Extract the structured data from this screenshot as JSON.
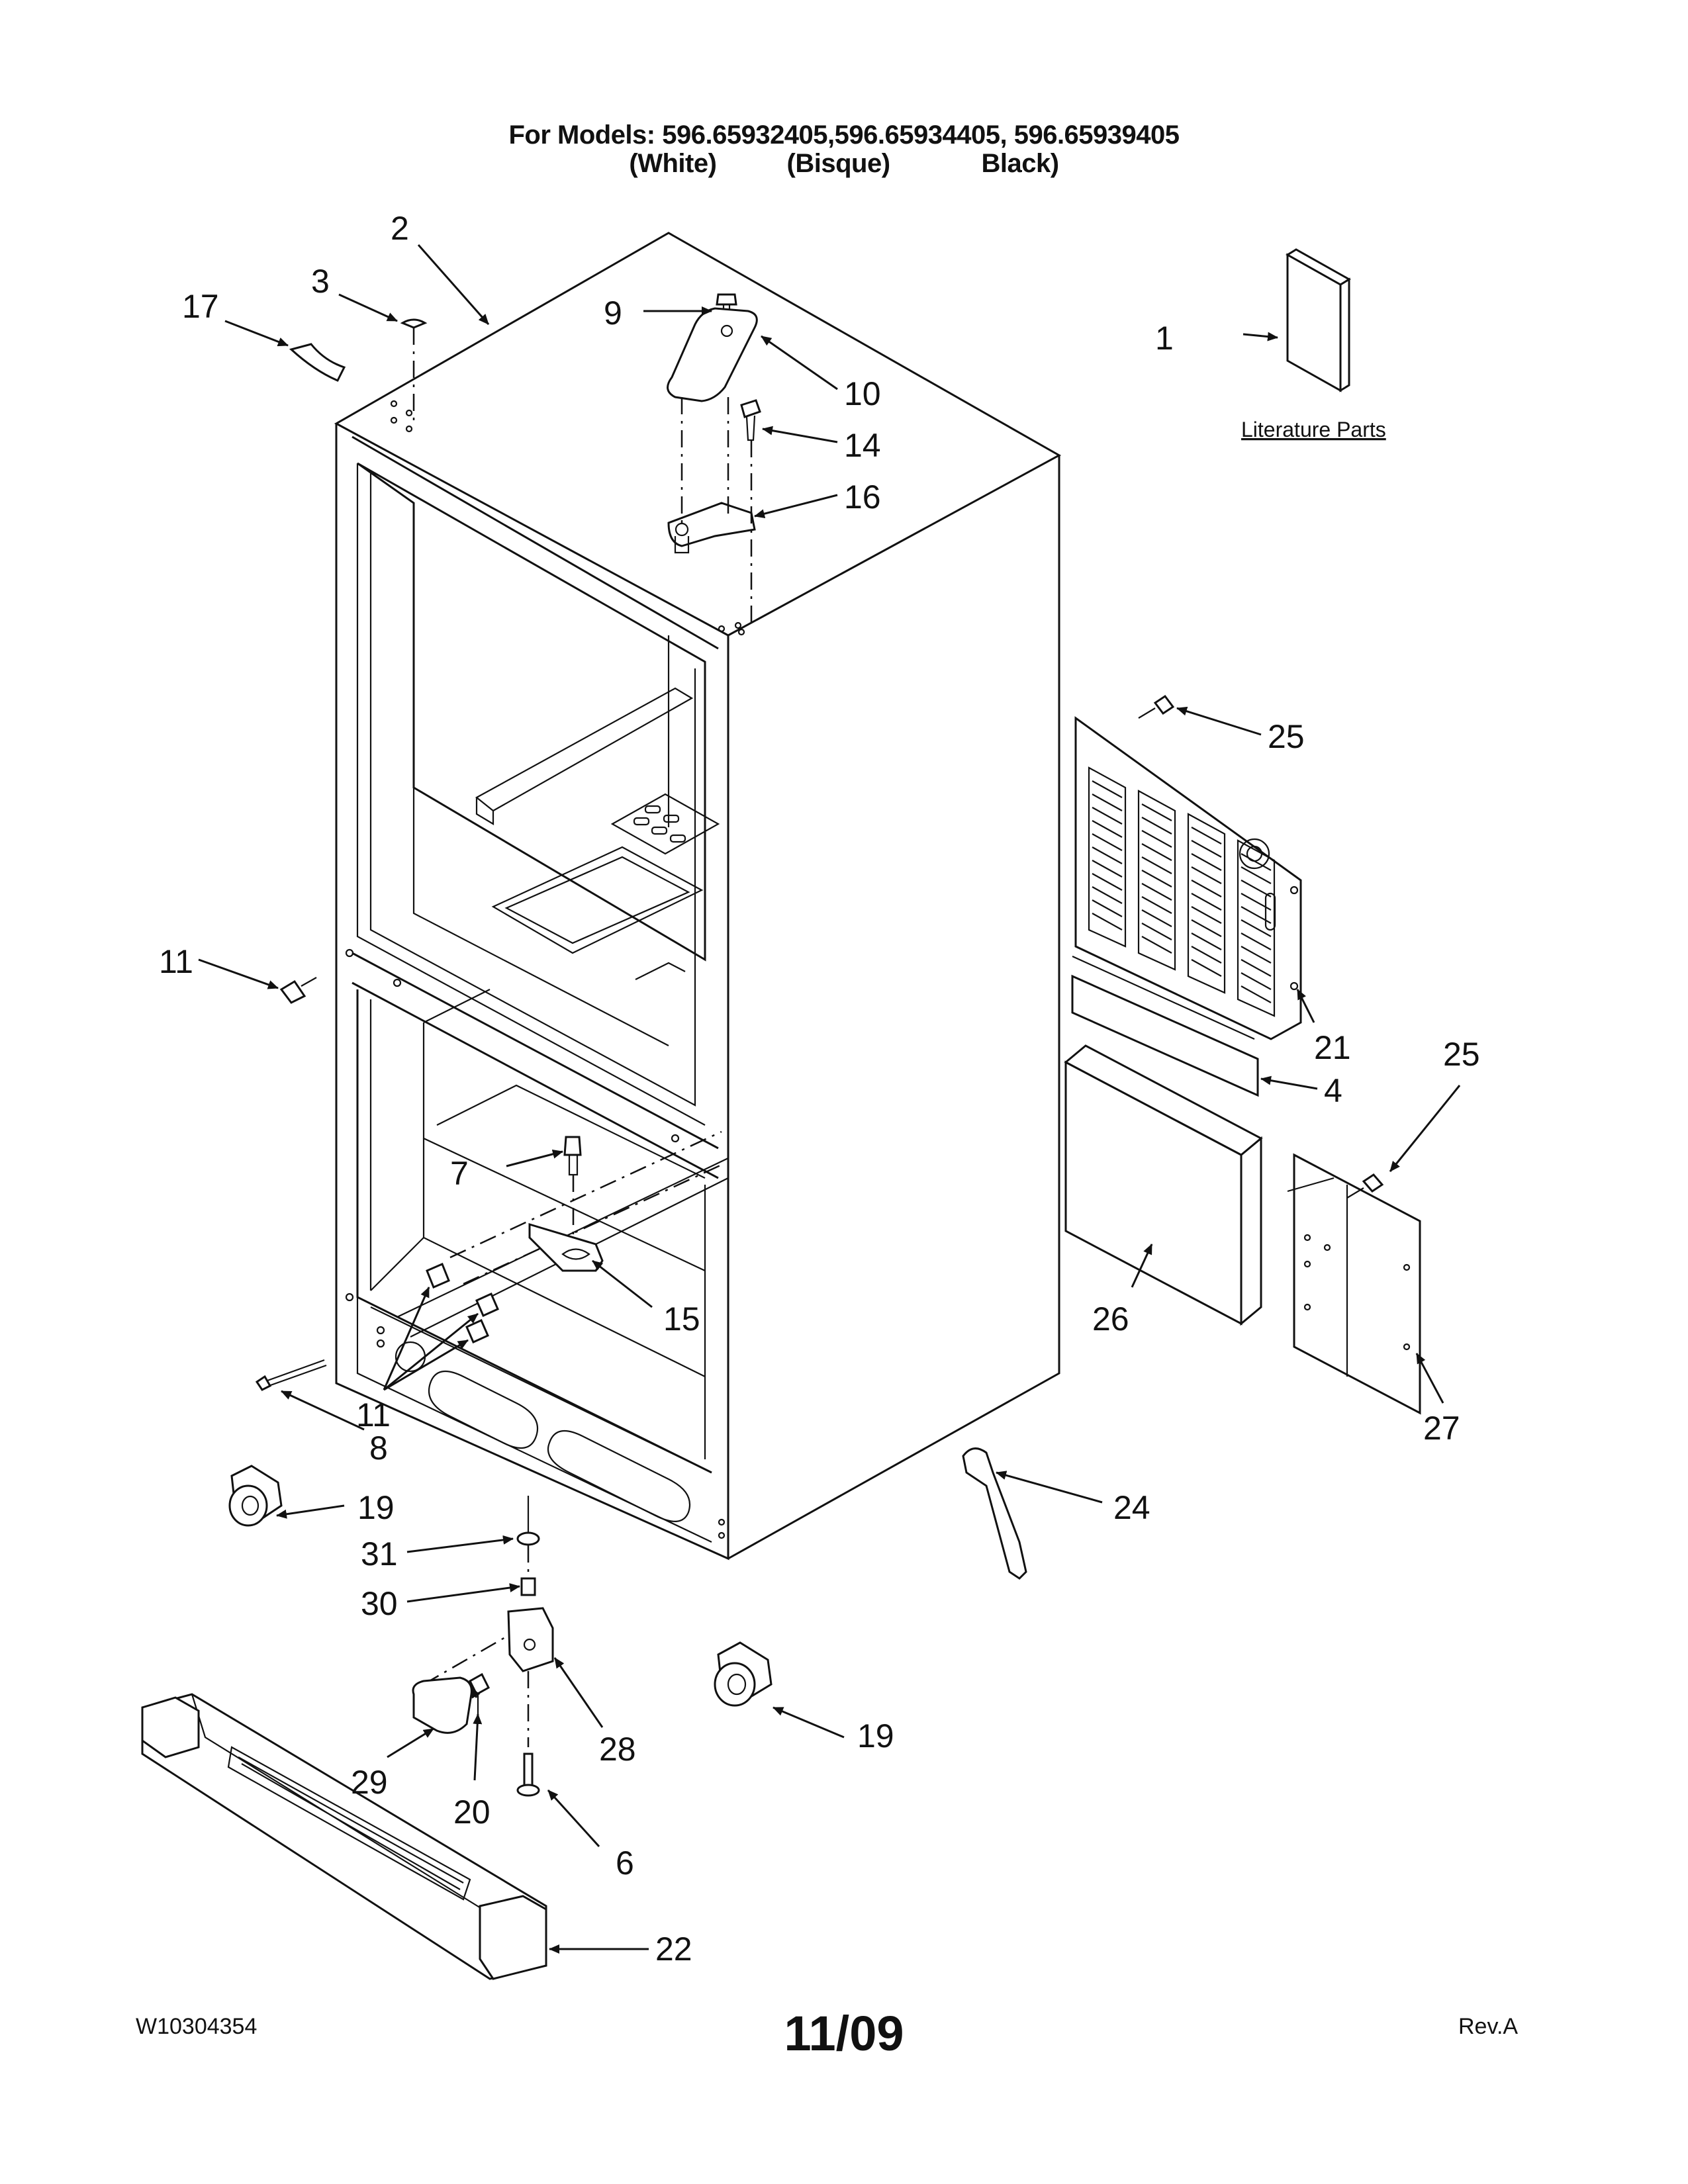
{
  "header": {
    "models_line": "For Models: 596.65932405,596.65934405, 596.65939405",
    "colors_line": "(White)          (Bisque)             Black)"
  },
  "literature_label": "Literature Parts",
  "callouts": [
    "1",
    "2",
    "3",
    "4",
    "6",
    "7",
    "8",
    "9",
    "10",
    "11",
    "11",
    "14",
    "15",
    "16",
    "17",
    "19",
    "19",
    "20",
    "21",
    "22",
    "24",
    "25",
    "25",
    "26",
    "27",
    "28",
    "29",
    "30",
    "31"
  ],
  "footer": {
    "doc_number": "W10304354",
    "date_code": "11/09",
    "revision": "Rev.A"
  }
}
